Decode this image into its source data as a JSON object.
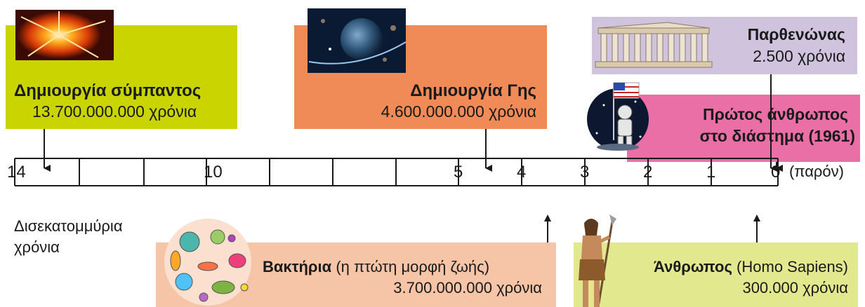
{
  "colors": {
    "universe_box": "#c9d400",
    "earth_box": "#f08a57",
    "parthenon_box": "#cfc3dd",
    "first_man_box": "#ea6fa6",
    "bacteria_box": "#f6c4a6",
    "human_box": "#e2e88e",
    "axis": "#1a1a1a"
  },
  "axis": {
    "ticks": [
      "14",
      "10",
      "5",
      "4",
      "3",
      "2",
      "1",
      "0"
    ],
    "present_label": "(παρόν)",
    "unit_line1": "Δισεκατομμύρια",
    "unit_line2": "χρόνια"
  },
  "events": {
    "universe": {
      "title": "Δημιουργία σύμπαντος",
      "value": "13.700.000.000 χρόνια",
      "icon": "explosion-icon"
    },
    "earth": {
      "title": "Δημιουργία Γης",
      "value": "4.600.000.000 χρόνια",
      "icon": "planet-icon"
    },
    "parthenon": {
      "title": "Παρθενώνας",
      "value": "2.500 χρόνια",
      "icon": "parthenon-icon"
    },
    "first_man": {
      "title_line1": "Πρώτος άνθρωπος",
      "title_line2": "στο διάστημα (1961)",
      "icon": "astronaut-icon"
    },
    "bacteria": {
      "title": "Βακτήρια",
      "subtitle": "(η πτώτη μορφή ζωής)",
      "value": "3.700.000.000 χρόνια",
      "icon": "bacteria-icon"
    },
    "human": {
      "title": "Άνθρωπος",
      "subtitle": "(Homo Sapiens)",
      "value": "300.000 χρόνια",
      "icon": "caveman-icon"
    }
  }
}
